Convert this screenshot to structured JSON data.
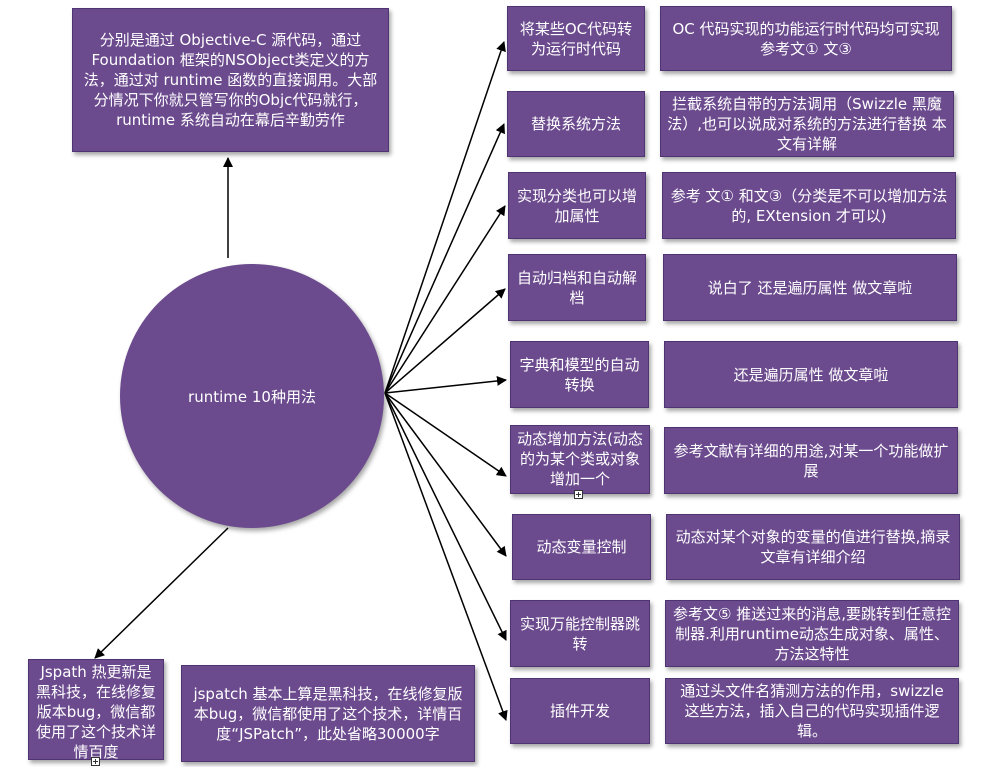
{
  "center": {
    "label": "runtime  10种用法"
  },
  "top_note": "分别是通过 Objective-C 源代码，通过 Foundation 框架的NSObject类定义的方法，通过对 runtime 函数的直接调用。大部分情况下你就只管写你的Objc代码就行，runtime 系统自动在幕后辛勤劳作",
  "branches": [
    {
      "title": "将某些OC代码转为运行时代码",
      "detail": "OC 代码实现的功能运行时代码均可实现  参考文① 文③"
    },
    {
      "title": "替换系统方法",
      "detail": "拦截系统自带的方法调用（Swizzle 黑魔法）,也可以说成对系统的方法进行替换 本文有详解"
    },
    {
      "title": "实现分类也可以增加属性",
      "detail": "参考 文① 和文③（分类是不可以增加方法的, EXtension 才可以)"
    },
    {
      "title": "自动归档和自动解档",
      "detail": "说白了 还是遍历属性 做文章啦"
    },
    {
      "title": "字典和模型的自动转换",
      "detail": "还是遍历属性 做文章啦"
    },
    {
      "title": "动态增加方法(动态的为某个类或对象增加一个",
      "detail": "参考文献有详细的用途,对某一个功能做扩展"
    },
    {
      "title": "动态变量控制",
      "detail": "动态对某个对象的变量的值进行替换,摘录文章有详细介绍"
    },
    {
      "title": "实现万能控制器跳转",
      "detail": "参考文⑤ 推送过来的消息,要跳转到任意控制器.利用runtime动态生成对象、属性、方法这特性"
    },
    {
      "title": "插件开发",
      "detail": "通过头文件名猜测方法的作用，swizzle 这些方法，插入自己的代码实现插件逻辑。"
    }
  ],
  "bottom": {
    "title": "Jspath 热更新是黑科技，在线修复版本bug，微信都使用了这个技术详情百度",
    "detail": "jspatch 基本上算是黑科技，在线修复版本bug，微信都使用了这个技术，详情百度“JSPatch”，此处省略30000字"
  },
  "colors": {
    "node_fill": "#6b4a8e",
    "line": "#000000"
  }
}
